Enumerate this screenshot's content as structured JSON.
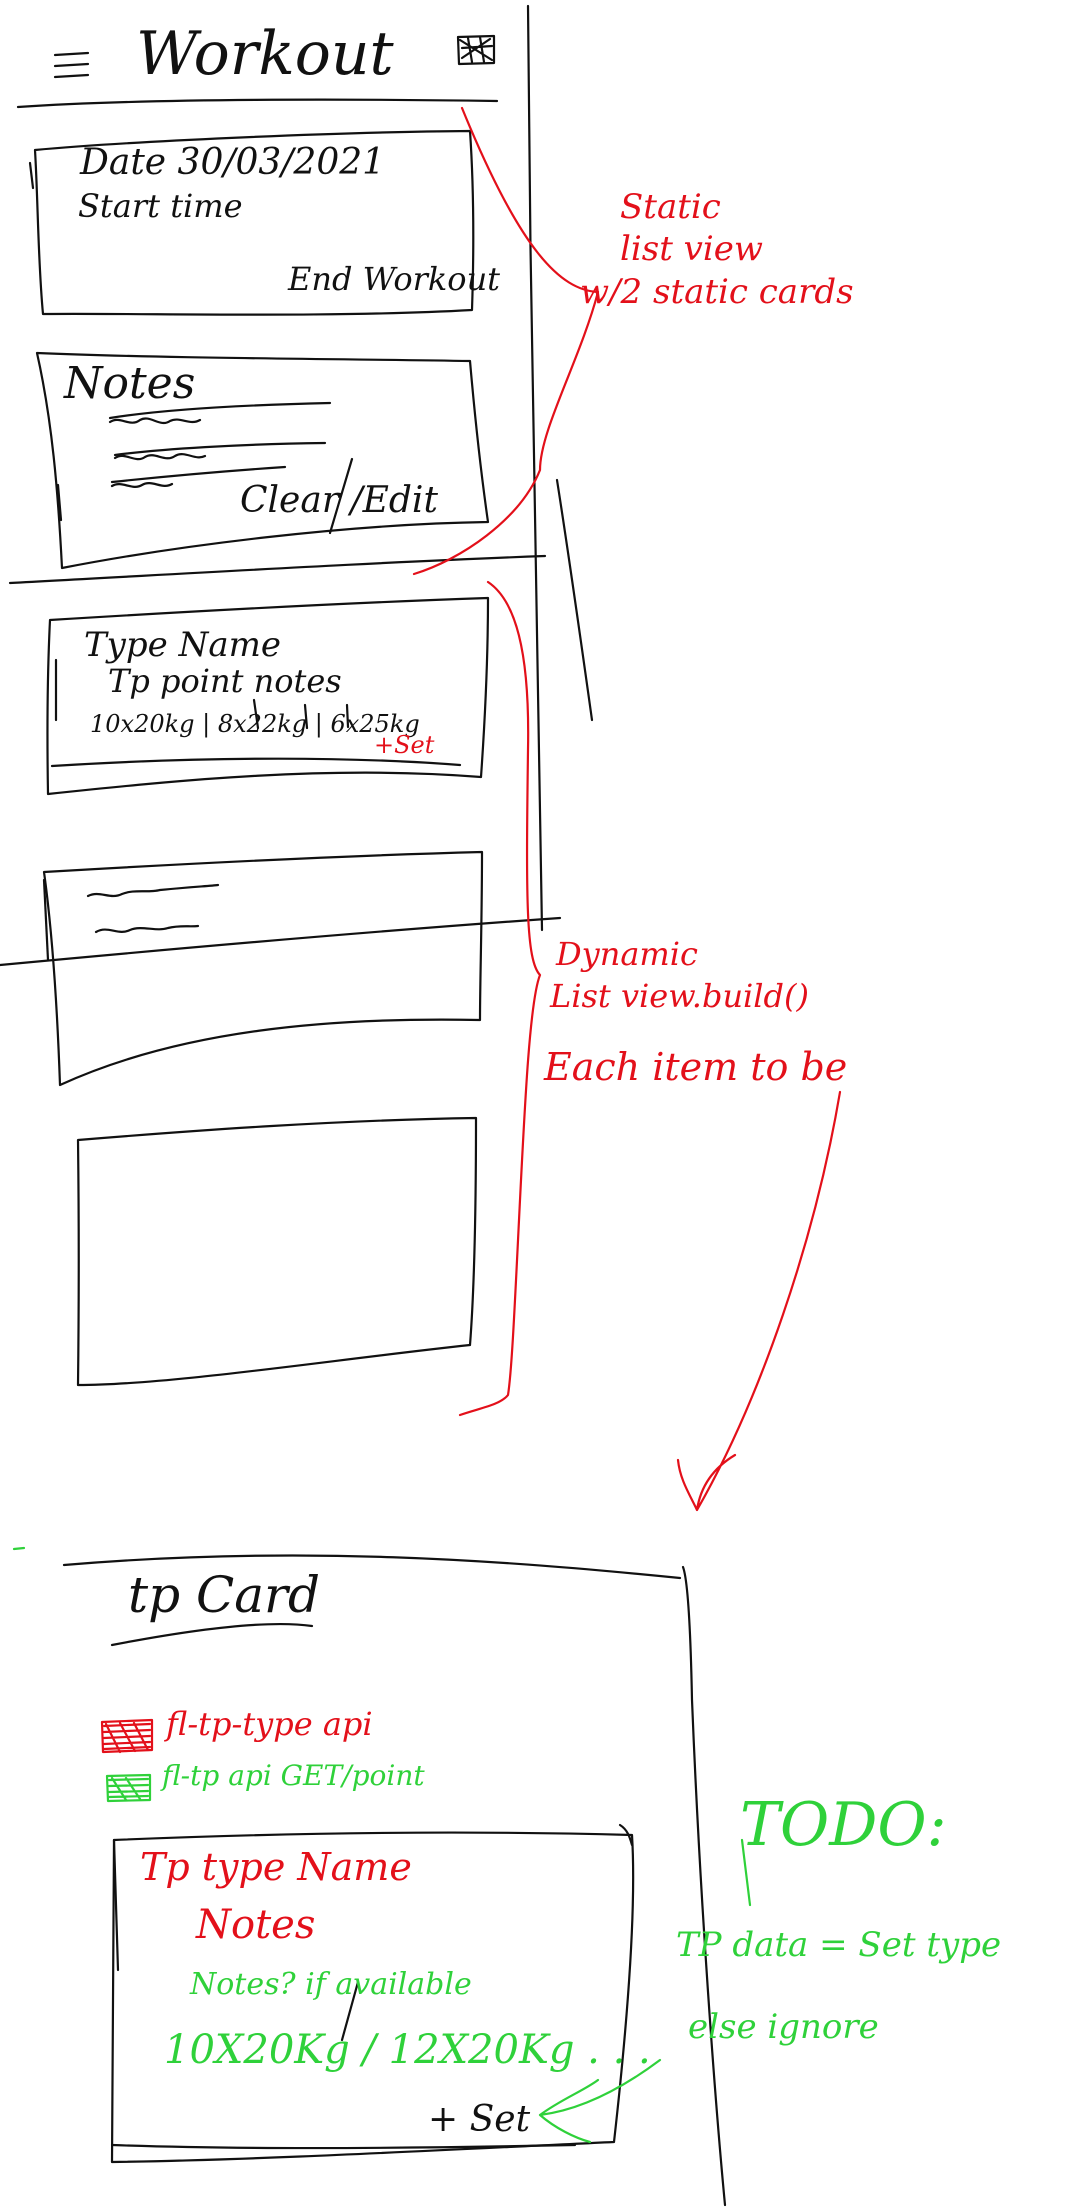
{
  "colors": {
    "ink": "#111111",
    "annotation_red": "#e3101a",
    "annotation_green": "#2fd13a"
  },
  "app_bar": {
    "menu_icon": "hamburger-menu-icon",
    "title": "Workout",
    "action_icon": "scribbled-box-icon"
  },
  "date_card": {
    "date_label": "Date 30/03/2021",
    "start_label": "Start time",
    "end_button": "End Workout"
  },
  "notes_card": {
    "title": "Notes",
    "action": "Clear /Edit"
  },
  "type_card": {
    "type_name": "Type Name",
    "notes": "Tp point notes",
    "sets": "10x20kg | 8x22kg | 6x25kg",
    "add_set": "+Set"
  },
  "annotations": {
    "static_list": [
      "Static",
      "list view",
      "w/2 static cards"
    ],
    "dynamic_list": [
      "Dynamic",
      "List view.build()",
      "Each item to be"
    ],
    "todo": "TODO:",
    "tp_data_note": [
      "TP data = Set type",
      "else ignore"
    ]
  },
  "tp_card": {
    "title": "tp Card",
    "legend": [
      {
        "icon": "red-filled-box-icon",
        "label": "fl-tp-type api"
      },
      {
        "icon": "green-filled-box-icon",
        "label": "fl-tp api GET/point"
      }
    ],
    "inner": {
      "type_name": "Tp type Name",
      "notes": "Notes",
      "optional_notes": "Notes? if available",
      "sets": "10X20Kg / 12X20Kg . . .",
      "add_set": "+ Set"
    }
  }
}
